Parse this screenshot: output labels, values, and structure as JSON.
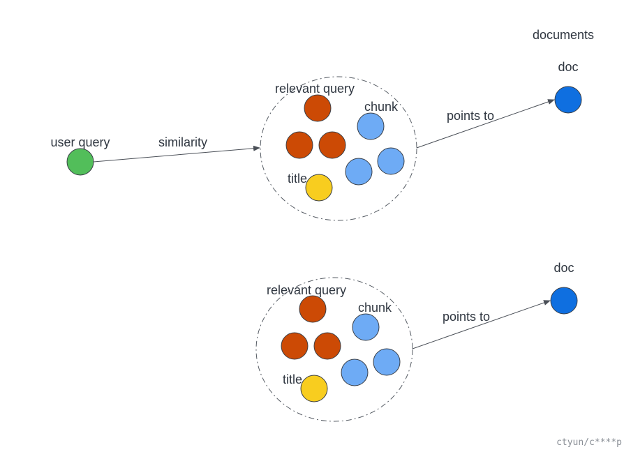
{
  "colors": {
    "user_query": "#52be5a",
    "relevant_query": "#cc4a05",
    "chunk": "#6eabf5",
    "title": "#f8cd1f",
    "doc": "#0f6fe0",
    "line": "#4a4f57"
  },
  "labels": {
    "documents": "documents",
    "user_query": "user query",
    "similarity": "similarity",
    "watermark": "ctyun/c****p"
  },
  "groups": [
    {
      "relevant_query_label": "relevant query",
      "chunk_label": "chunk",
      "title_label": "title",
      "edge_label": "points to",
      "doc_label": "doc"
    },
    {
      "relevant_query_label": "relevant query",
      "chunk_label": "chunk",
      "title_label": "title",
      "edge_label": "points to",
      "doc_label": "doc"
    }
  ]
}
